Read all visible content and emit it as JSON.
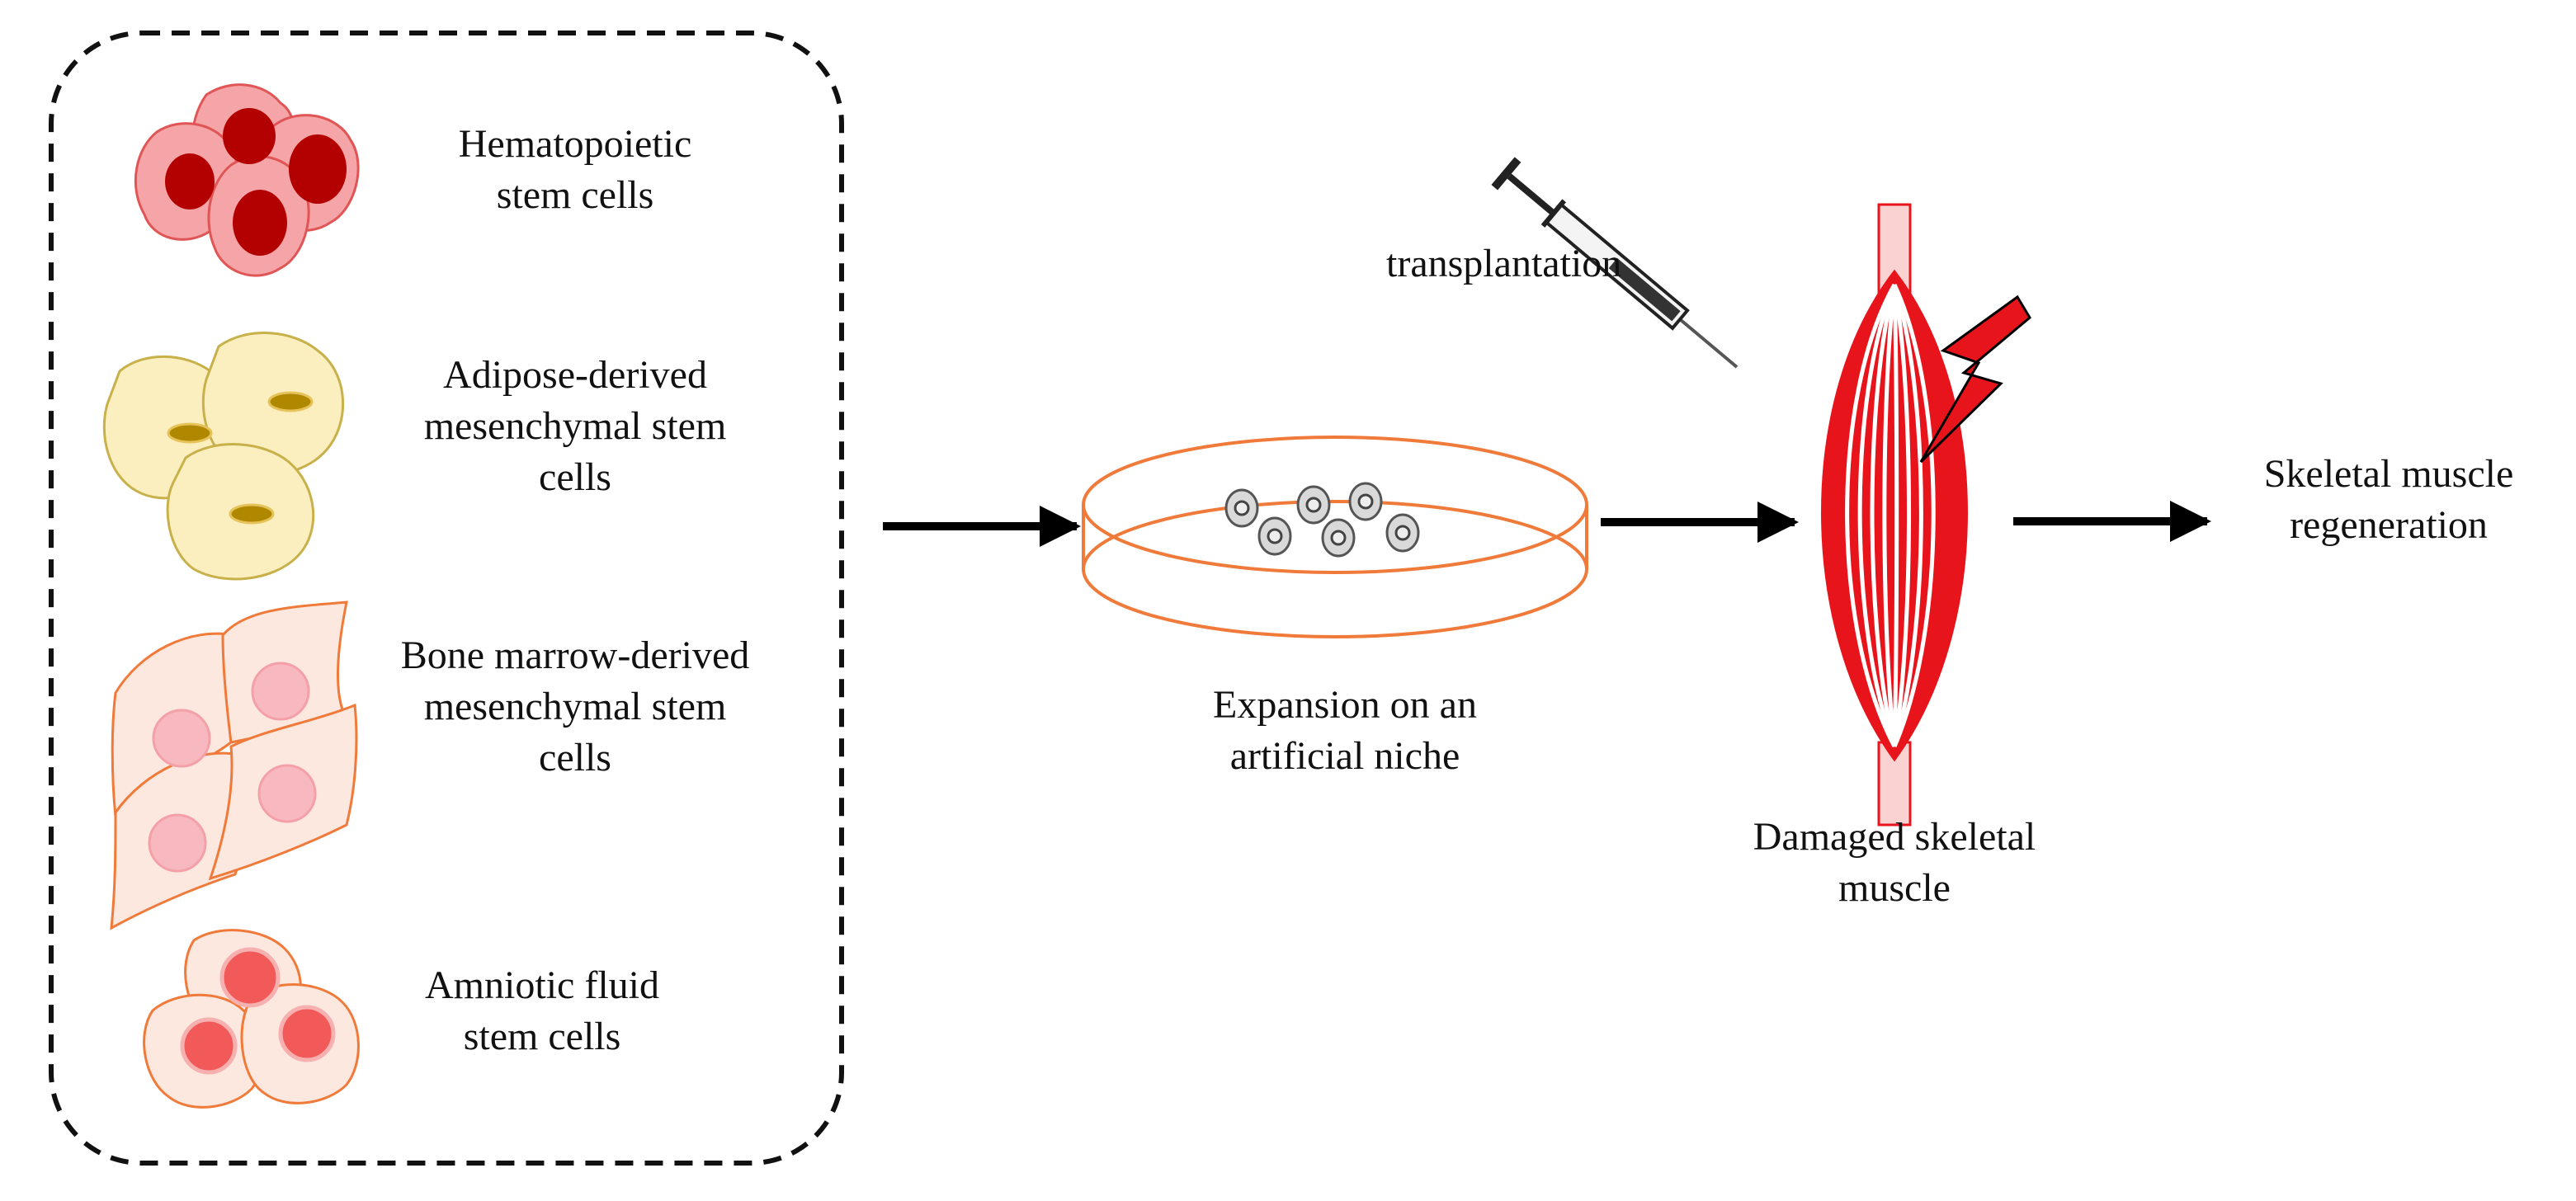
{
  "stem_cell_panel": {
    "cell_types": [
      {
        "label_lines": [
          "Hematopoietic",
          "stem cells"
        ],
        "cell_fill": "#f5a5a8",
        "cell_stroke": "#e05555",
        "nucleus_fill": "#b30000"
      },
      {
        "label_lines": [
          "Adipose-derived",
          "mesenchymal stem",
          "cells"
        ],
        "cell_fill": "#fbefc0",
        "cell_stroke": "#c8b04a",
        "nucleus_fill": "#b08800"
      },
      {
        "label_lines": [
          "Bone marrow-derived",
          "mesenchymal stem",
          "cells"
        ],
        "cell_fill": "#fde8e0",
        "cell_stroke": "#f07a3a",
        "nucleus_fill": "#f8b8c0"
      },
      {
        "label_lines": [
          "Amniotic fluid",
          "stem cells"
        ],
        "cell_fill": "#fde8e0",
        "cell_stroke": "#f07a3a",
        "nucleus_fill": "#f25a5a"
      }
    ]
  },
  "expansion": {
    "label_lines": [
      "Expansion on an",
      "artificial niche"
    ],
    "dish_color": "#f07a3a",
    "cell_count": 6
  },
  "injection": {
    "label": "transplantation"
  },
  "muscle": {
    "label_lines": [
      "Damaged skeletal",
      "muscle"
    ],
    "color": "#e8141c",
    "tendon_fill": "#fbd2d2",
    "lightning_color": "#e8141c"
  },
  "outcome": {
    "label_lines": [
      "Skeletal muscle",
      "regeneration"
    ]
  },
  "arrow_color": "#000000"
}
